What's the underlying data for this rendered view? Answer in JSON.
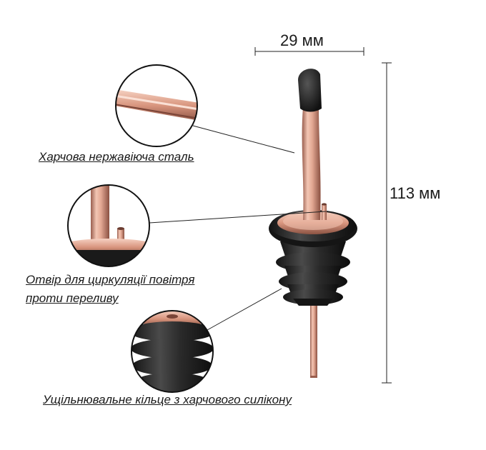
{
  "dimensions": {
    "width_label": "29 мм",
    "height_label": "113 мм"
  },
  "callouts": [
    {
      "lines": [
        "Харчова нержавіюча сталь"
      ]
    },
    {
      "lines": [
        "Отвір для циркуляції повітря",
        "проти переливу"
      ]
    },
    {
      "lines": [
        "Ущільнювальне кільце з харчового силікону"
      ]
    }
  ],
  "colors": {
    "rose_gold_light": "#f3c6b4",
    "rose_gold": "#d99a86",
    "rose_gold_dark": "#9a5e4e",
    "silicone": "#1f1f1f",
    "silicone_highlight": "#4a4a4a",
    "text": "#1a1a1a",
    "lines": "#222222"
  }
}
